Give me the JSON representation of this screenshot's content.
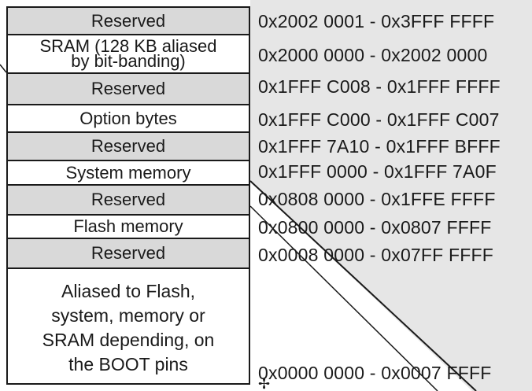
{
  "regions": [
    {
      "label": "Reserved",
      "reserved": true
    },
    {
      "label": "SRAM (128 KB aliased\nby bit-banding)",
      "reserved": false
    },
    {
      "label": "Reserved",
      "reserved": true
    },
    {
      "label": "Option bytes",
      "reserved": false
    },
    {
      "label": "Reserved",
      "reserved": true
    },
    {
      "label": "System memory",
      "reserved": false
    },
    {
      "label": "Reserved",
      "reserved": true
    },
    {
      "label": "Flash memory",
      "reserved": false
    },
    {
      "label": "Reserved",
      "reserved": true
    },
    {
      "label": "Aliased to Flash,\nsystem, memory or\nSRAM depending, on\nthe BOOT pins",
      "reserved": false
    }
  ],
  "addresses": [
    "0x2002 0001 - 0x3FFF FFFF",
    "0x2000 0000 - 0x2002 0000",
    "0x1FFF C008 - 0x1FFF FFFF",
    "0x1FFF C000 - 0x1FFF C007",
    "0x1FFF 7A10 - 0x1FFF BFFF",
    "0x1FFF 0000 - 0x1FFF 7A0F",
    "0x0808 0000 - 0x1FFE FFFF",
    "0x0800 0000 - 0x0807 FFFF",
    "0x0008 0000 - 0x07FF FFFF",
    "0x0000 0000 - 0x0007 FFFF"
  ],
  "colors": {
    "reserved_fill": "#d9d9d9",
    "background_right": "#e6e6e6",
    "line": "#1a1a1a"
  }
}
